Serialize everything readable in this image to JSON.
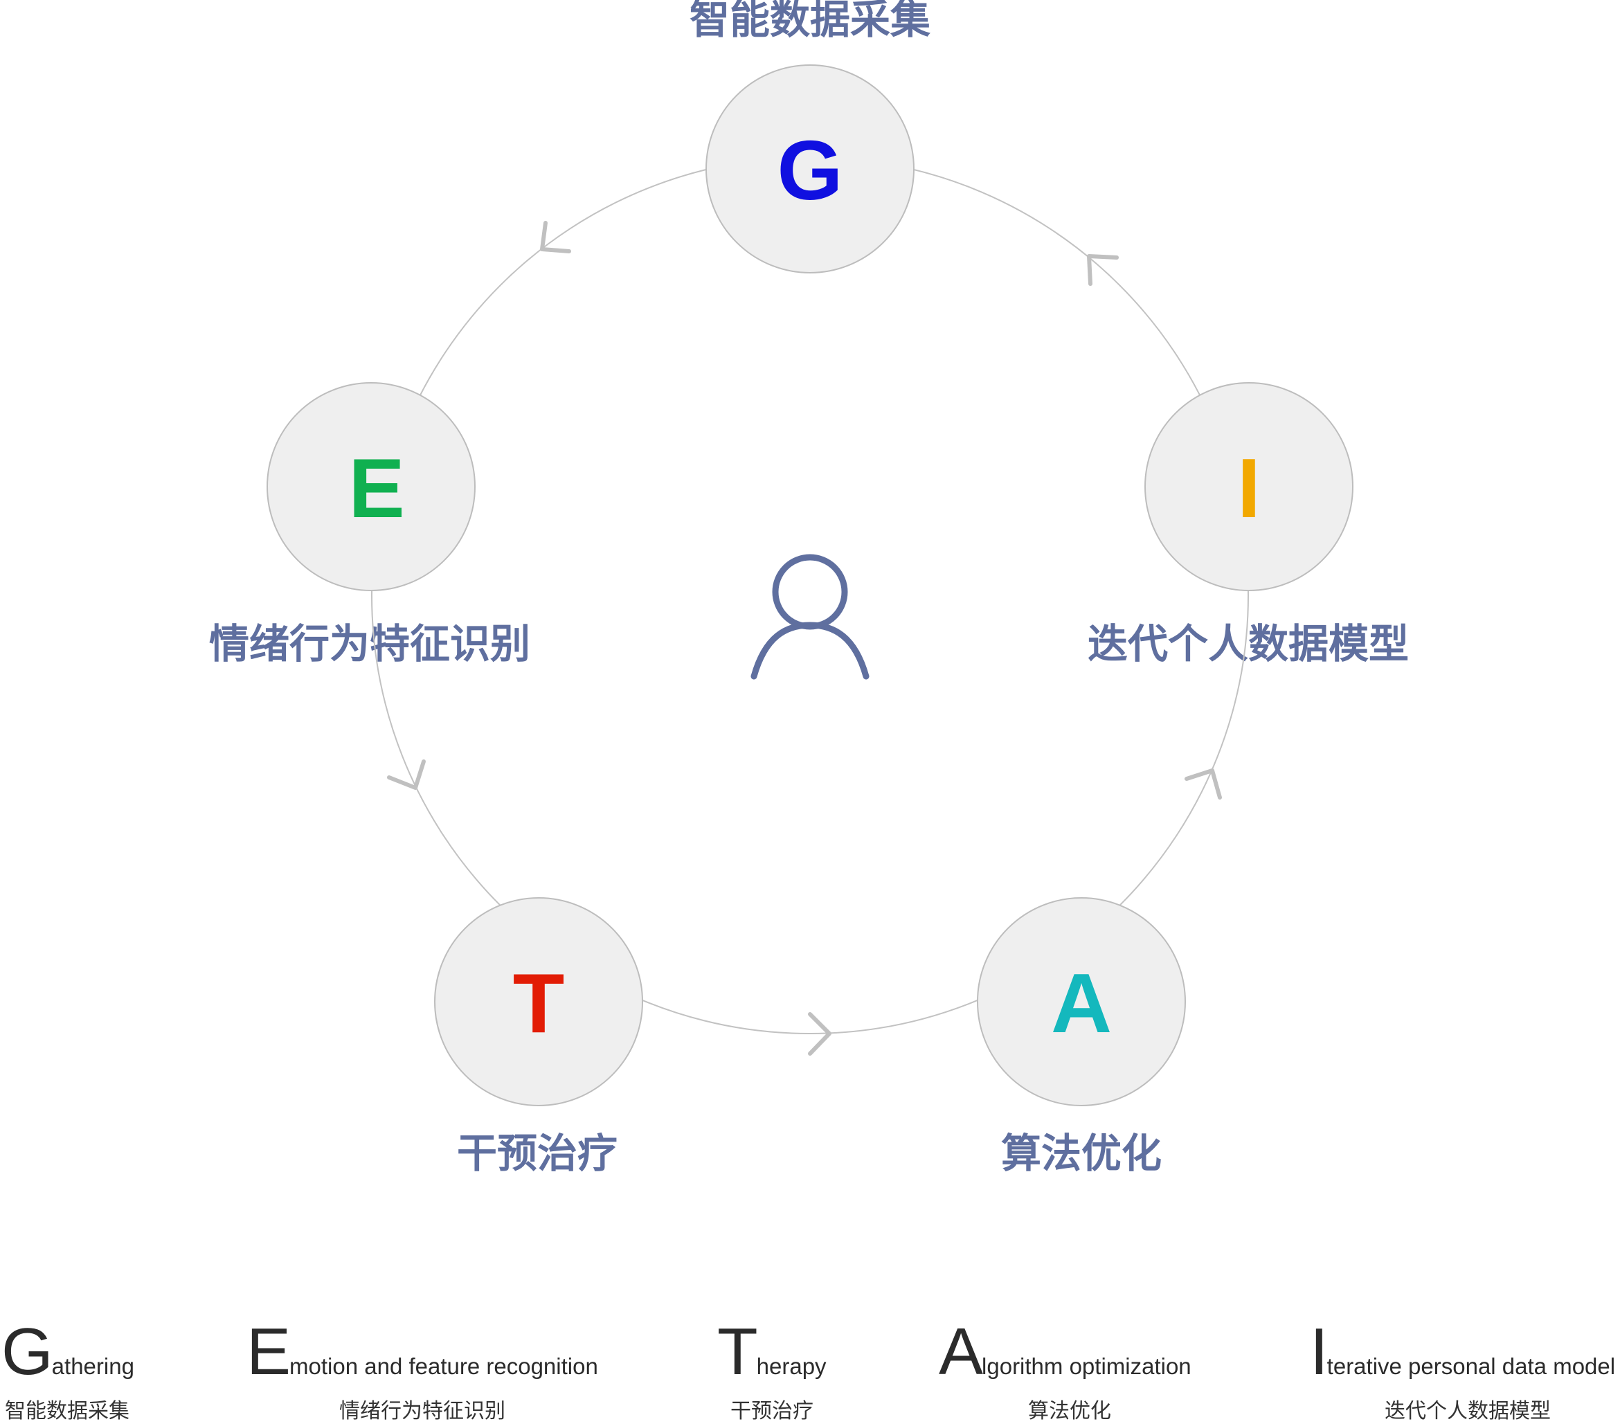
{
  "diagram": {
    "title": "GETAI cycle",
    "center_icon": "user-icon",
    "nodes": [
      {
        "id": "G",
        "letter": "G",
        "label": "智能数据采集",
        "color": "#1010e0"
      },
      {
        "id": "E",
        "letter": "E",
        "label": "情绪行为特征识别",
        "color": "#10b050"
      },
      {
        "id": "T",
        "letter": "T",
        "label": "干预治疗",
        "color": "#e21c05"
      },
      {
        "id": "A",
        "letter": "A",
        "label": "算法优化",
        "color": "#14b8bd"
      },
      {
        "id": "I",
        "letter": "I",
        "label": "迭代个人数据模型",
        "color": "#f2a800"
      }
    ],
    "flow": [
      "G",
      "E",
      "T",
      "A",
      "I",
      "G"
    ],
    "label_color": "#5f6f9f",
    "line_color": "#c2c2c2",
    "node_fill": "#efefef"
  },
  "legend": [
    {
      "initial": "G",
      "rest": "athering",
      "zh": "智能数据采集"
    },
    {
      "initial": "E",
      "rest": "motion and feature recognition",
      "zh": "情绪行为特征识别"
    },
    {
      "initial": "T",
      "rest": "herapy",
      "zh": "干预治疗"
    },
    {
      "initial": "A",
      "rest": "lgorithm optimization",
      "zh": "算法优化"
    },
    {
      "initial": "I",
      "rest": "terative personal data model",
      "zh": "迭代个人数据模型"
    }
  ]
}
